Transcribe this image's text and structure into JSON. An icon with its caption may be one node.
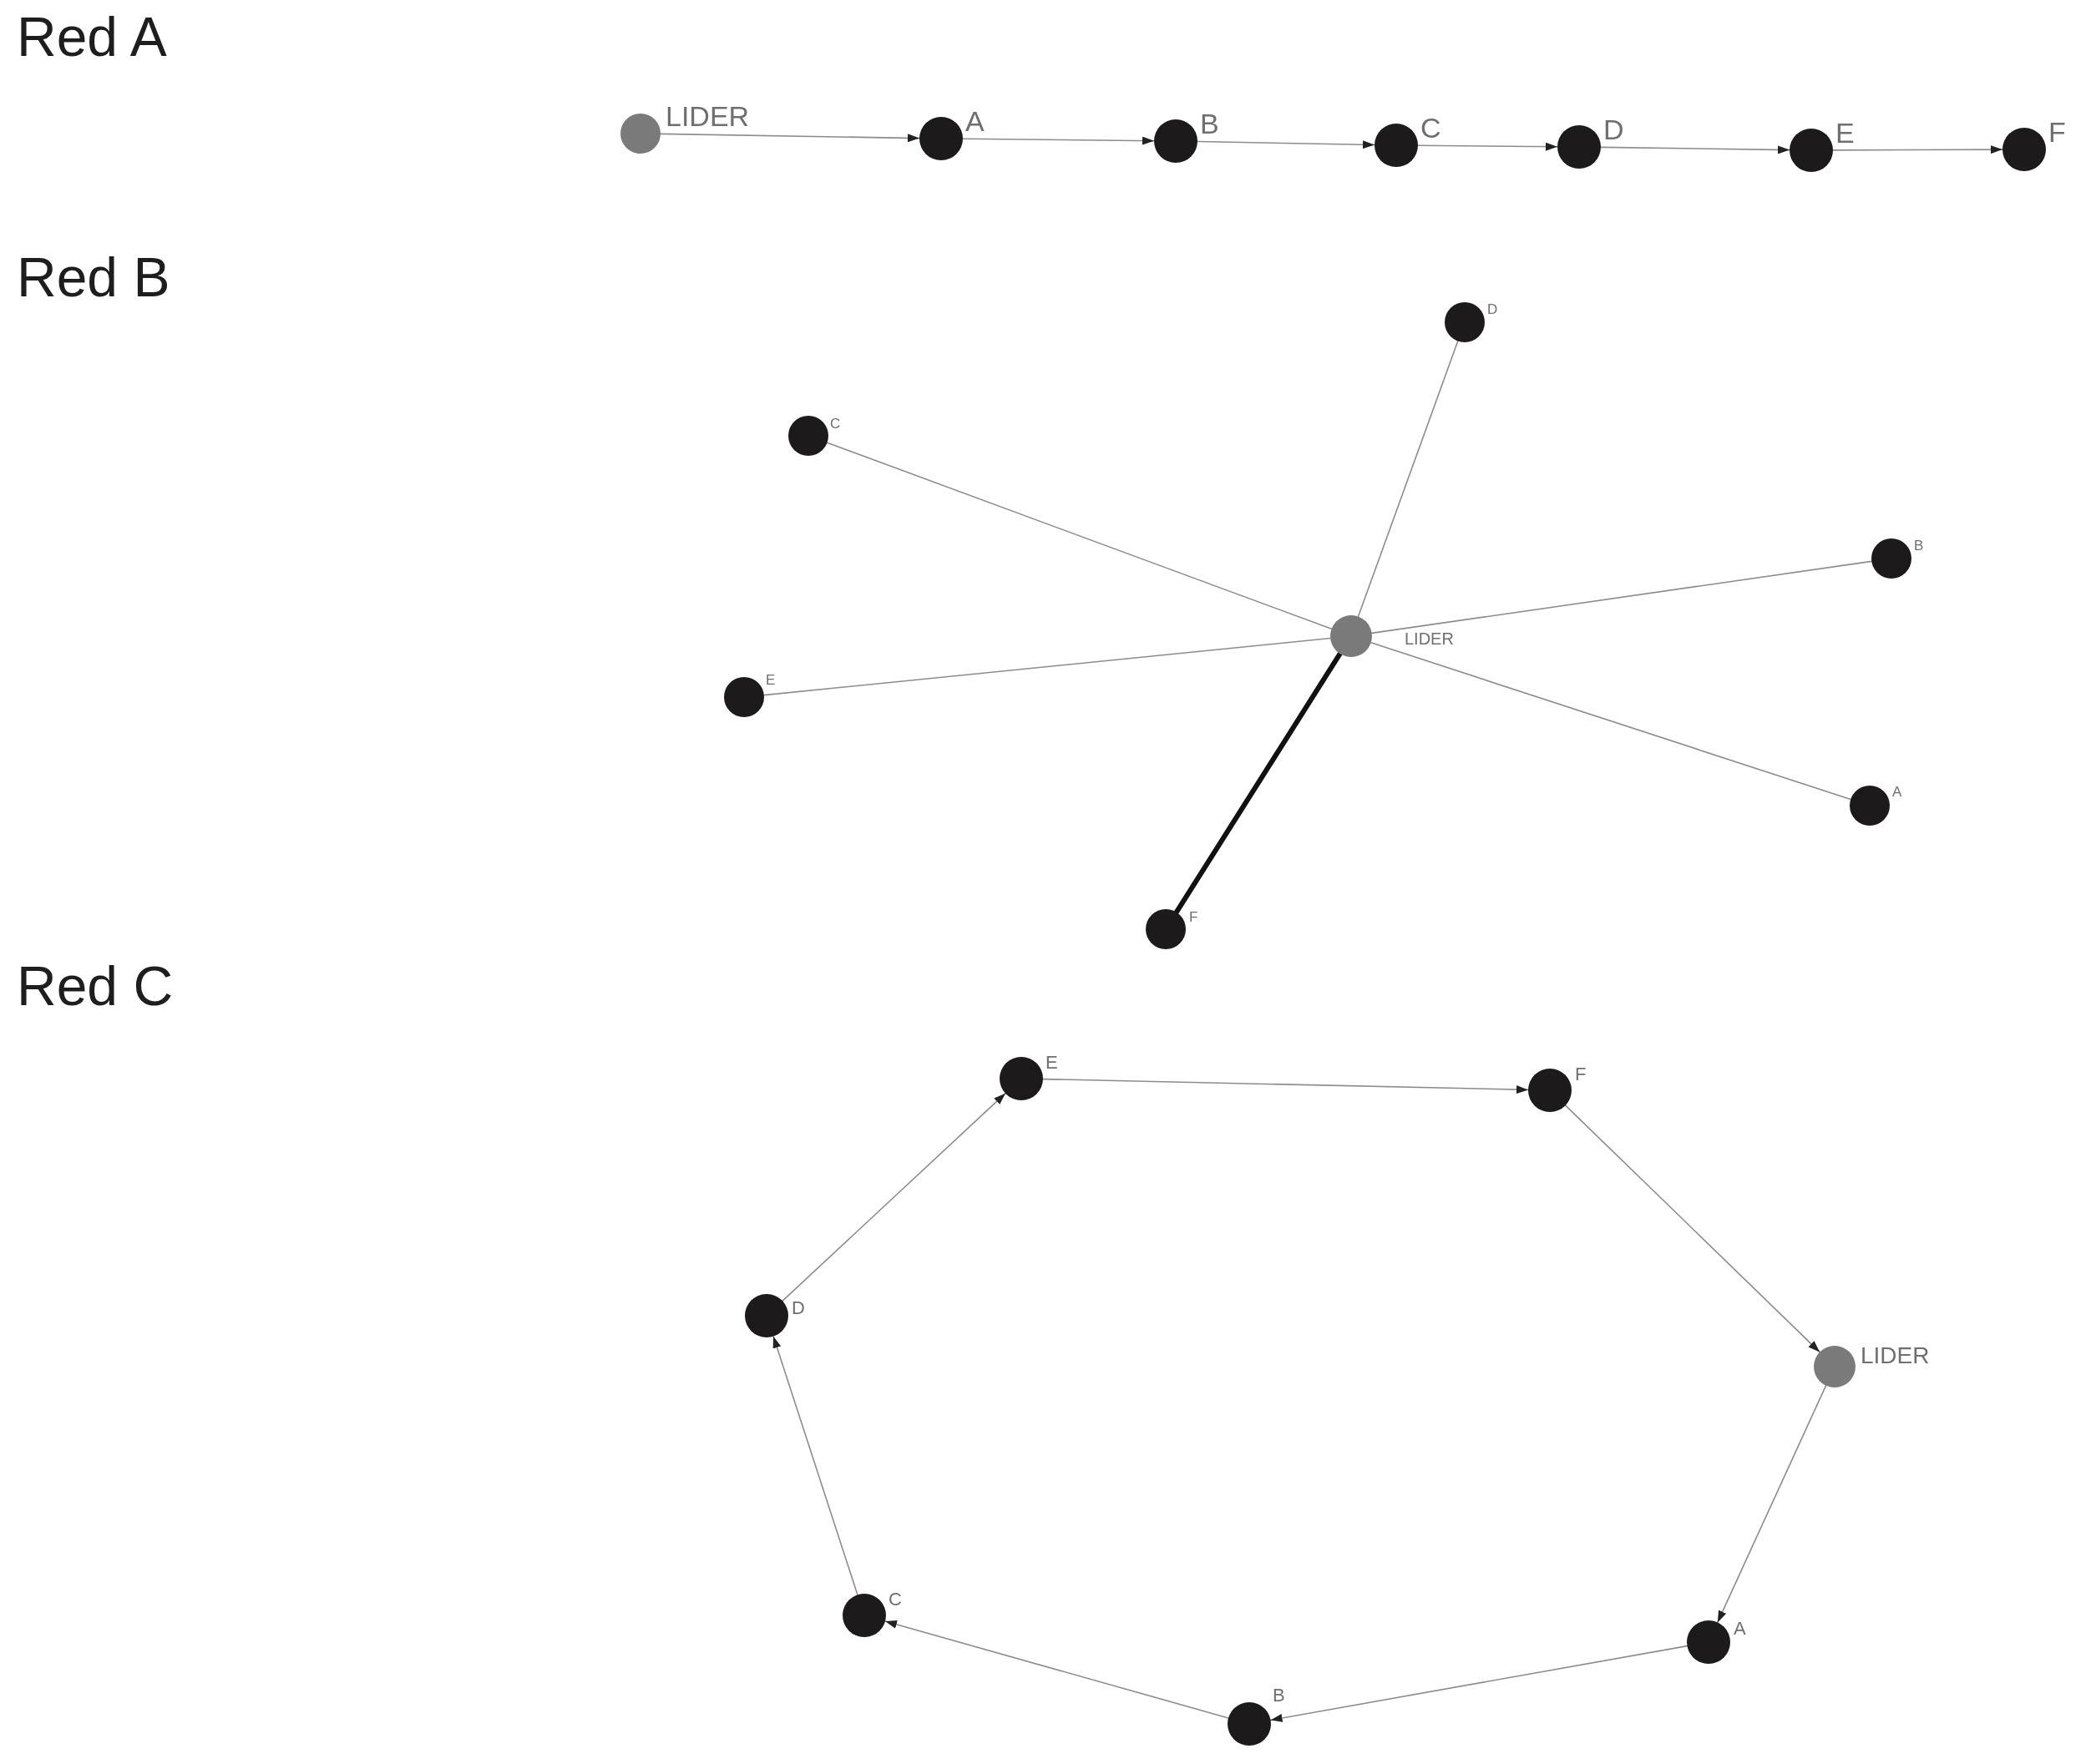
{
  "diagram": {
    "nodes": [
      {
        "text": [],
        "shape": "circle",
        "beside": [
          "LIDER"
        ]
      },
      {
        "text": [],
        "shape": "circle",
        "beside": [
          "A"
        ]
      },
      {
        "text": [],
        "shape": "circle",
        "beside": [
          "B"
        ]
      },
      {
        "text": [],
        "shape": "circle",
        "beside": [
          "C"
        ]
      },
      {
        "text": [],
        "shape": "circle",
        "beside": [
          "D"
        ]
      },
      {
        "text": [],
        "shape": "circle",
        "beside": [
          "E"
        ]
      },
      {
        "text": [],
        "shape": "circle",
        "beside": [
          "F"
        ]
      },
      {
        "text": [],
        "shape": "circle",
        "beside": [
          "D"
        ]
      },
      {
        "text": [],
        "shape": "circle",
        "beside": [
          "C"
        ]
      },
      {
        "text": [],
        "shape": "circle",
        "beside": [
          "B"
        ]
      },
      {
        "text": [],
        "shape": "circle",
        "beside": [
          "LIDER"
        ]
      },
      {
        "text": [],
        "shape": "circle",
        "beside": [
          "E"
        ]
      },
      {
        "text": [],
        "shape": "circle",
        "beside": [
          "A"
        ]
      },
      {
        "text": [],
        "shape": "circle",
        "beside": [
          "F"
        ]
      },
      {
        "text": [],
        "shape": "circle",
        "beside": [
          "E"
        ]
      },
      {
        "text": [],
        "shape": "circle",
        "beside": [
          "F"
        ]
      },
      {
        "text": [],
        "shape": "circle",
        "beside": [
          "D"
        ]
      },
      {
        "text": [],
        "shape": "circle",
        "beside": [
          "LIDER"
        ]
      },
      {
        "text": [],
        "shape": "circle",
        "beside": [
          "C"
        ]
      },
      {
        "text": [],
        "shape": "circle",
        "beside": [
          "A"
        ]
      },
      {
        "text": [],
        "shape": "circle",
        "beside": [
          "B"
        ]
      }
    ],
    "edges": [
      {
        "from": 0,
        "to": 1,
        "arrow": "to"
      },
      {
        "from": 1,
        "to": 2,
        "arrow": "to"
      },
      {
        "from": 2,
        "to": 3,
        "arrow": "to"
      },
      {
        "from": 3,
        "to": 4,
        "arrow": "to"
      },
      {
        "from": 4,
        "to": 5,
        "arrow": "to"
      },
      {
        "from": 5,
        "to": 6,
        "arrow": "to"
      },
      {
        "from": 10,
        "to": 7,
        "arrow": "none"
      },
      {
        "from": 10,
        "to": 8,
        "arrow": "none"
      },
      {
        "from": 10,
        "to": 9,
        "arrow": "none"
      },
      {
        "from": 10,
        "to": 11,
        "arrow": "none"
      },
      {
        "from": 10,
        "to": 12,
        "arrow": "none"
      },
      {
        "from": 10,
        "to": 13,
        "arrow": "none",
        "style": "thick",
        "color": "#111111"
      },
      {
        "from": 17,
        "to": 19,
        "arrow": "to"
      },
      {
        "from": 19,
        "to": 20,
        "arrow": "to"
      },
      {
        "from": 20,
        "to": 18,
        "arrow": "to"
      },
      {
        "from": 18,
        "to": 16,
        "arrow": "to"
      },
      {
        "from": 16,
        "to": 14,
        "arrow": "to"
      },
      {
        "from": 14,
        "to": 15,
        "arrow": "to"
      },
      {
        "from": 15,
        "to": 17,
        "arrow": "to"
      }
    ],
    "labels": [
      "Red A",
      "Red B",
      "Red C"
    ]
  }
}
